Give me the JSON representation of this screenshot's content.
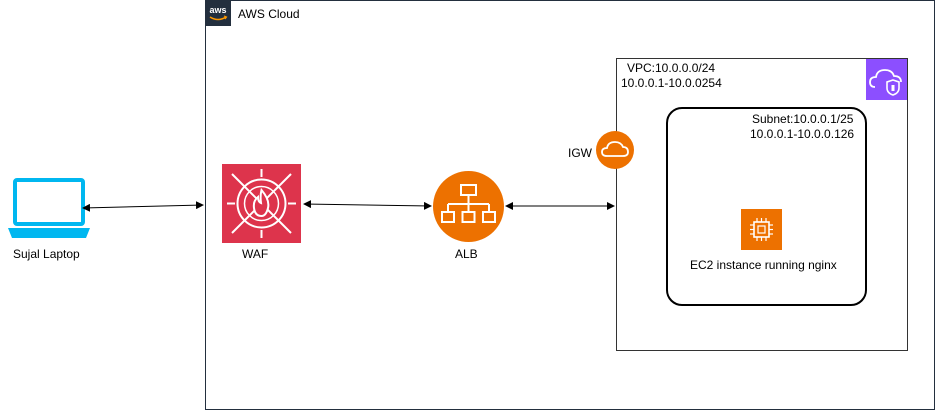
{
  "cloud": {
    "title": "AWS Cloud",
    "logo_text": "aws"
  },
  "laptop": {
    "label": "Sujal Laptop"
  },
  "waf": {
    "label": "WAF"
  },
  "alb": {
    "label": "ALB"
  },
  "igw": {
    "label": "IGW"
  },
  "vpc": {
    "line1": "VPC:10.0.0.0/24",
    "line2": "10.0.0.1-10.0.0254"
  },
  "subnet": {
    "line1": "Subnet:10.0.0.1/25",
    "line2": "10.0.0.1-10.0.0.126"
  },
  "ec2": {
    "label": "EC2 instance running nginx"
  },
  "colors": {
    "aws_dark": "#232f3e",
    "waf_red": "#dd344c",
    "compute_orange": "#ed7100",
    "vpc_purple": "#8c4fff",
    "laptop_blue": "#00b7f0"
  },
  "icons": [
    "aws-logo",
    "laptop-icon",
    "waf-icon",
    "alb-icon",
    "igw-icon",
    "vpc-shield-icon",
    "ec2-icon"
  ]
}
